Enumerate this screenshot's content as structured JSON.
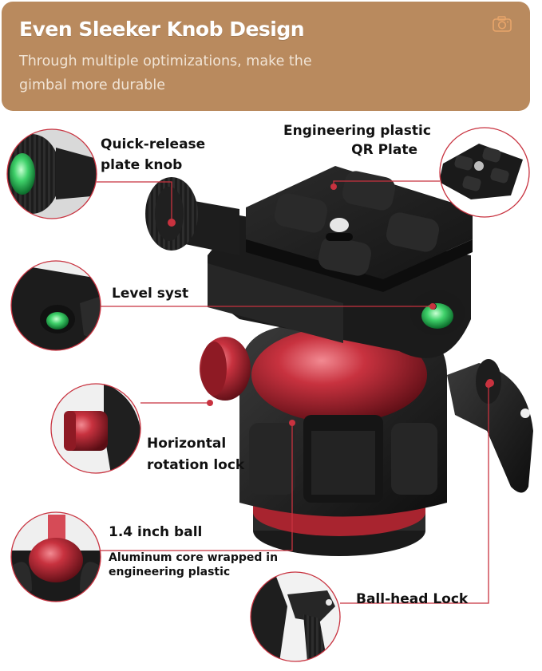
{
  "header": {
    "title": "Even Sleeker Knob Design",
    "subtitle": "Through multiple optimizations, make the gimbal more durable",
    "logo_icon": "camera-icon"
  },
  "callouts": {
    "knob": {
      "line1": "Quick-release",
      "line2": "plate knob"
    },
    "plate": {
      "line1": "Engineering plastic",
      "line2": "QR Plate"
    },
    "level": {
      "text": "Level syst"
    },
    "horizontal": {
      "line1": "Horizontal",
      "line2": "rotation lock"
    },
    "ball": {
      "text": "1.4 inch ball"
    },
    "core": {
      "line1": "Aluminum core wrapped in",
      "line2": "engineering plastic"
    },
    "lock": {
      "text": "Ball-head Lock"
    }
  },
  "colors": {
    "banner": "#b98a5e",
    "accent_red": "#c8323f",
    "bubble_green": "#3fd16a",
    "body_dark": "#1e1e1e"
  }
}
